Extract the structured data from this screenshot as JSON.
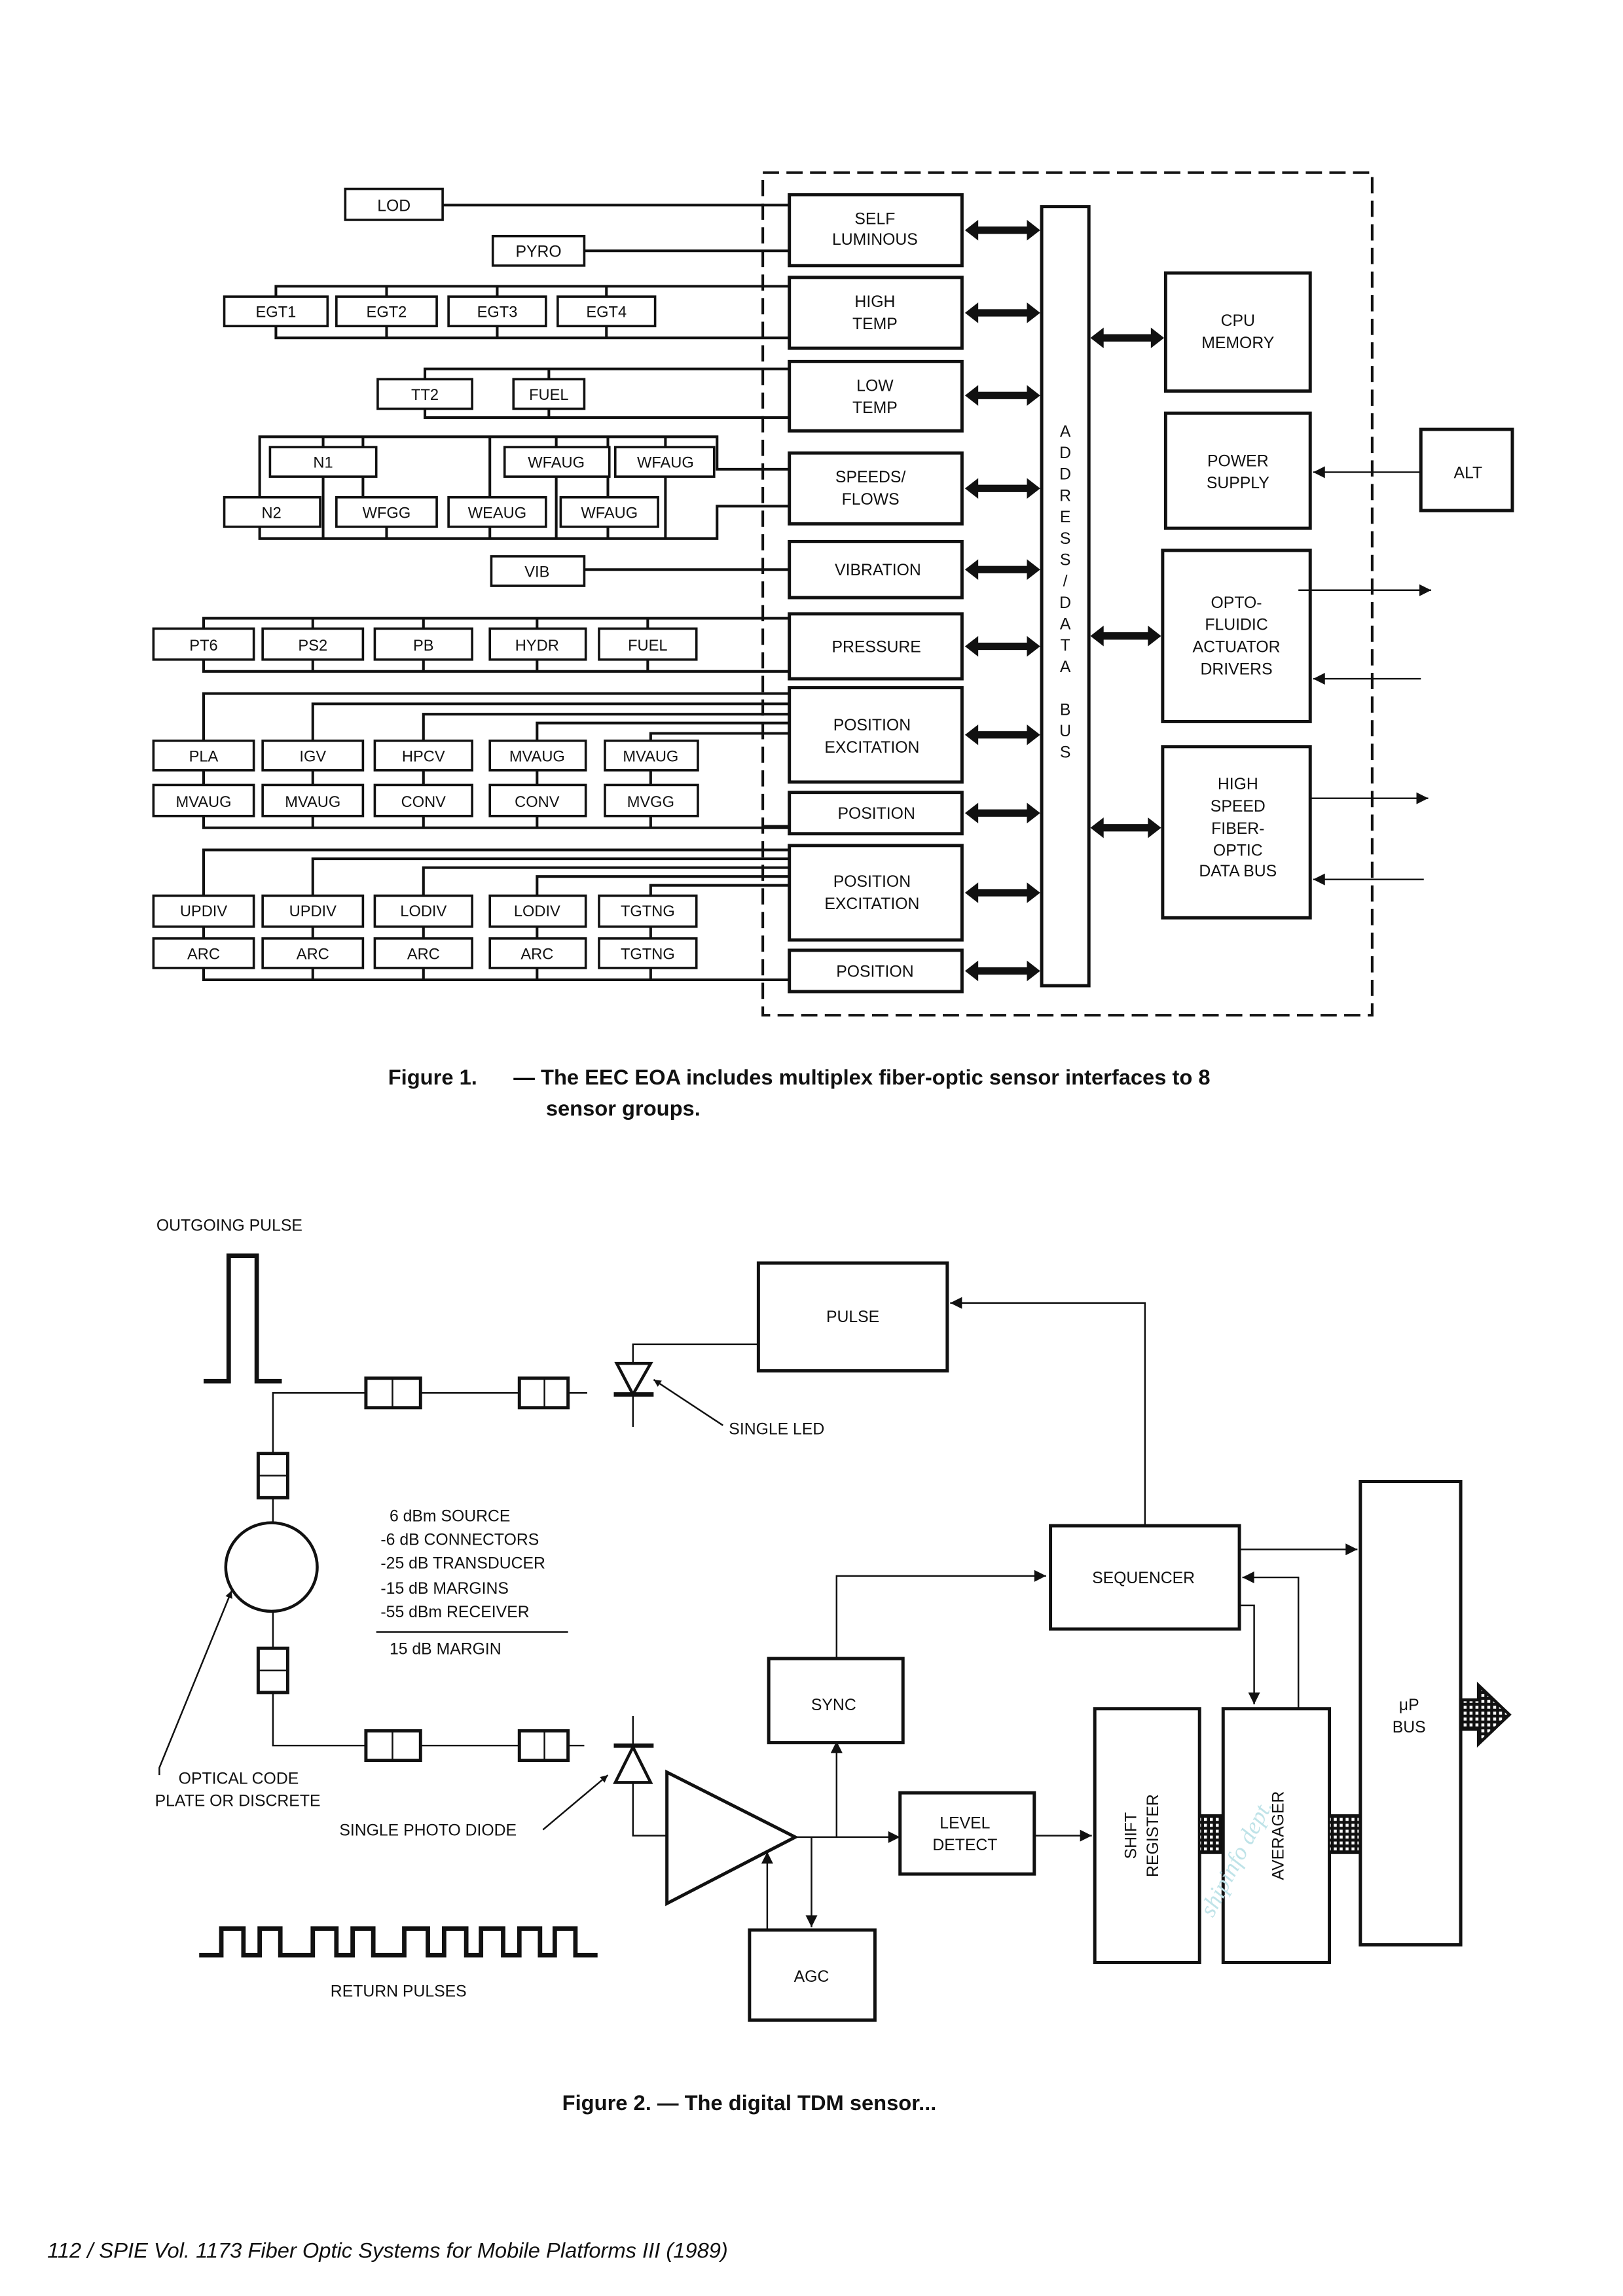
{
  "figure1": {
    "caption_label": "Figure 1.",
    "caption_text_line1": "— The EEC EOA includes multiplex fiber-optic sensor interfaces to 8",
    "caption_text_line2": "sensor groups.",
    "sensors": {
      "lod": "LOD",
      "pyro": "PYRO",
      "egt": [
        "EGT1",
        "EGT2",
        "EGT3",
        "EGT4"
      ],
      "low_temp": [
        "TT2",
        "FUEL"
      ],
      "speeds_top": [
        "N1",
        "WFAUG",
        "WFAUG"
      ],
      "speeds_bottom": [
        "N2",
        "WFGG",
        "WEAUG",
        "WFAUG"
      ],
      "vib": "VIB",
      "pressure": [
        "PT6",
        "PS2",
        "PB",
        "HYDR",
        "FUEL"
      ],
      "pos1_top": [
        "PLA",
        "IGV",
        "HPCV",
        "MVAUG",
        "MVAUG"
      ],
      "pos1_bottom": [
        "MVAUG",
        "MVAUG",
        "CONV",
        "CONV",
        "MVGG"
      ],
      "pos2_top": [
        "UPDIV",
        "UPDIV",
        "LODIV",
        "LODIV",
        "TGTNG"
      ],
      "pos2_bottom": [
        "ARC",
        "ARC",
        "ARC",
        "ARC",
        "TGTNG"
      ]
    },
    "interfaces": [
      {
        "line1": "SELF",
        "line2": "LUMINOUS"
      },
      {
        "line1": "HIGH",
        "line2": "TEMP"
      },
      {
        "line1": "LOW",
        "line2": "TEMP"
      },
      {
        "line1": "SPEEDS/",
        "line2": "FLOWS"
      },
      {
        "line1": "VIBRATION",
        "line2": ""
      },
      {
        "line1": "PRESSURE",
        "line2": ""
      },
      {
        "line1": "POSITION",
        "line2": "EXCITATION"
      },
      {
        "line1": "POSITION",
        "line2": ""
      },
      {
        "line1": "POSITION",
        "line2": "EXCITATION"
      },
      {
        "line1": "POSITION",
        "line2": ""
      }
    ],
    "bus_label": [
      "A",
      "D",
      "D",
      "R",
      "E",
      "S",
      "S",
      "/",
      "D",
      "A",
      "T",
      "A",
      "",
      "B",
      "U",
      "S"
    ],
    "cpu_memory": [
      "CPU",
      "MEMORY"
    ],
    "power_supply": [
      "POWER",
      "SUPPLY"
    ],
    "actuator": [
      "OPTO-",
      "FLUIDIC",
      "ACTUATOR",
      "DRIVERS"
    ],
    "databus": [
      "HIGH",
      "SPEED",
      "FIBER-",
      "OPTIC",
      "DATA BUS"
    ],
    "alt": "ALT"
  },
  "figure2": {
    "caption": "Figure 2. — The digital TDM sensor...",
    "outgoing_pulse": "OUTGOING PULSE",
    "return_pulses": "RETURN PULSES",
    "single_led": "SINGLE LED",
    "single_photo_diode": "SINGLE PHOTO DIODE",
    "optical_code": [
      "OPTICAL CODE",
      "PLATE OR DISCRETE"
    ],
    "budget": [
      "6 dBm SOURCE",
      "-6 dB CONNECTORS",
      "-25 dB TRANSDUCER",
      "-15 dB MARGINS",
      "-55 dBm RECEIVER"
    ],
    "budget_total": "15 dB MARGIN",
    "pulse": "PULSE",
    "sequencer": "SEQUENCER",
    "sync": "SYNC",
    "level_detect": [
      "LEVEL",
      "DETECT"
    ],
    "agc": "AGC",
    "shift_register": [
      "SHIFT",
      "REGISTER"
    ],
    "averager": "AVERAGER",
    "up_bus": [
      "μP",
      "BUS"
    ],
    "watermark": "shipinfo dept."
  },
  "footer": "112  /  SPIE Vol. 1173 Fiber Optic Systems for Mobile Platforms III (1989)"
}
